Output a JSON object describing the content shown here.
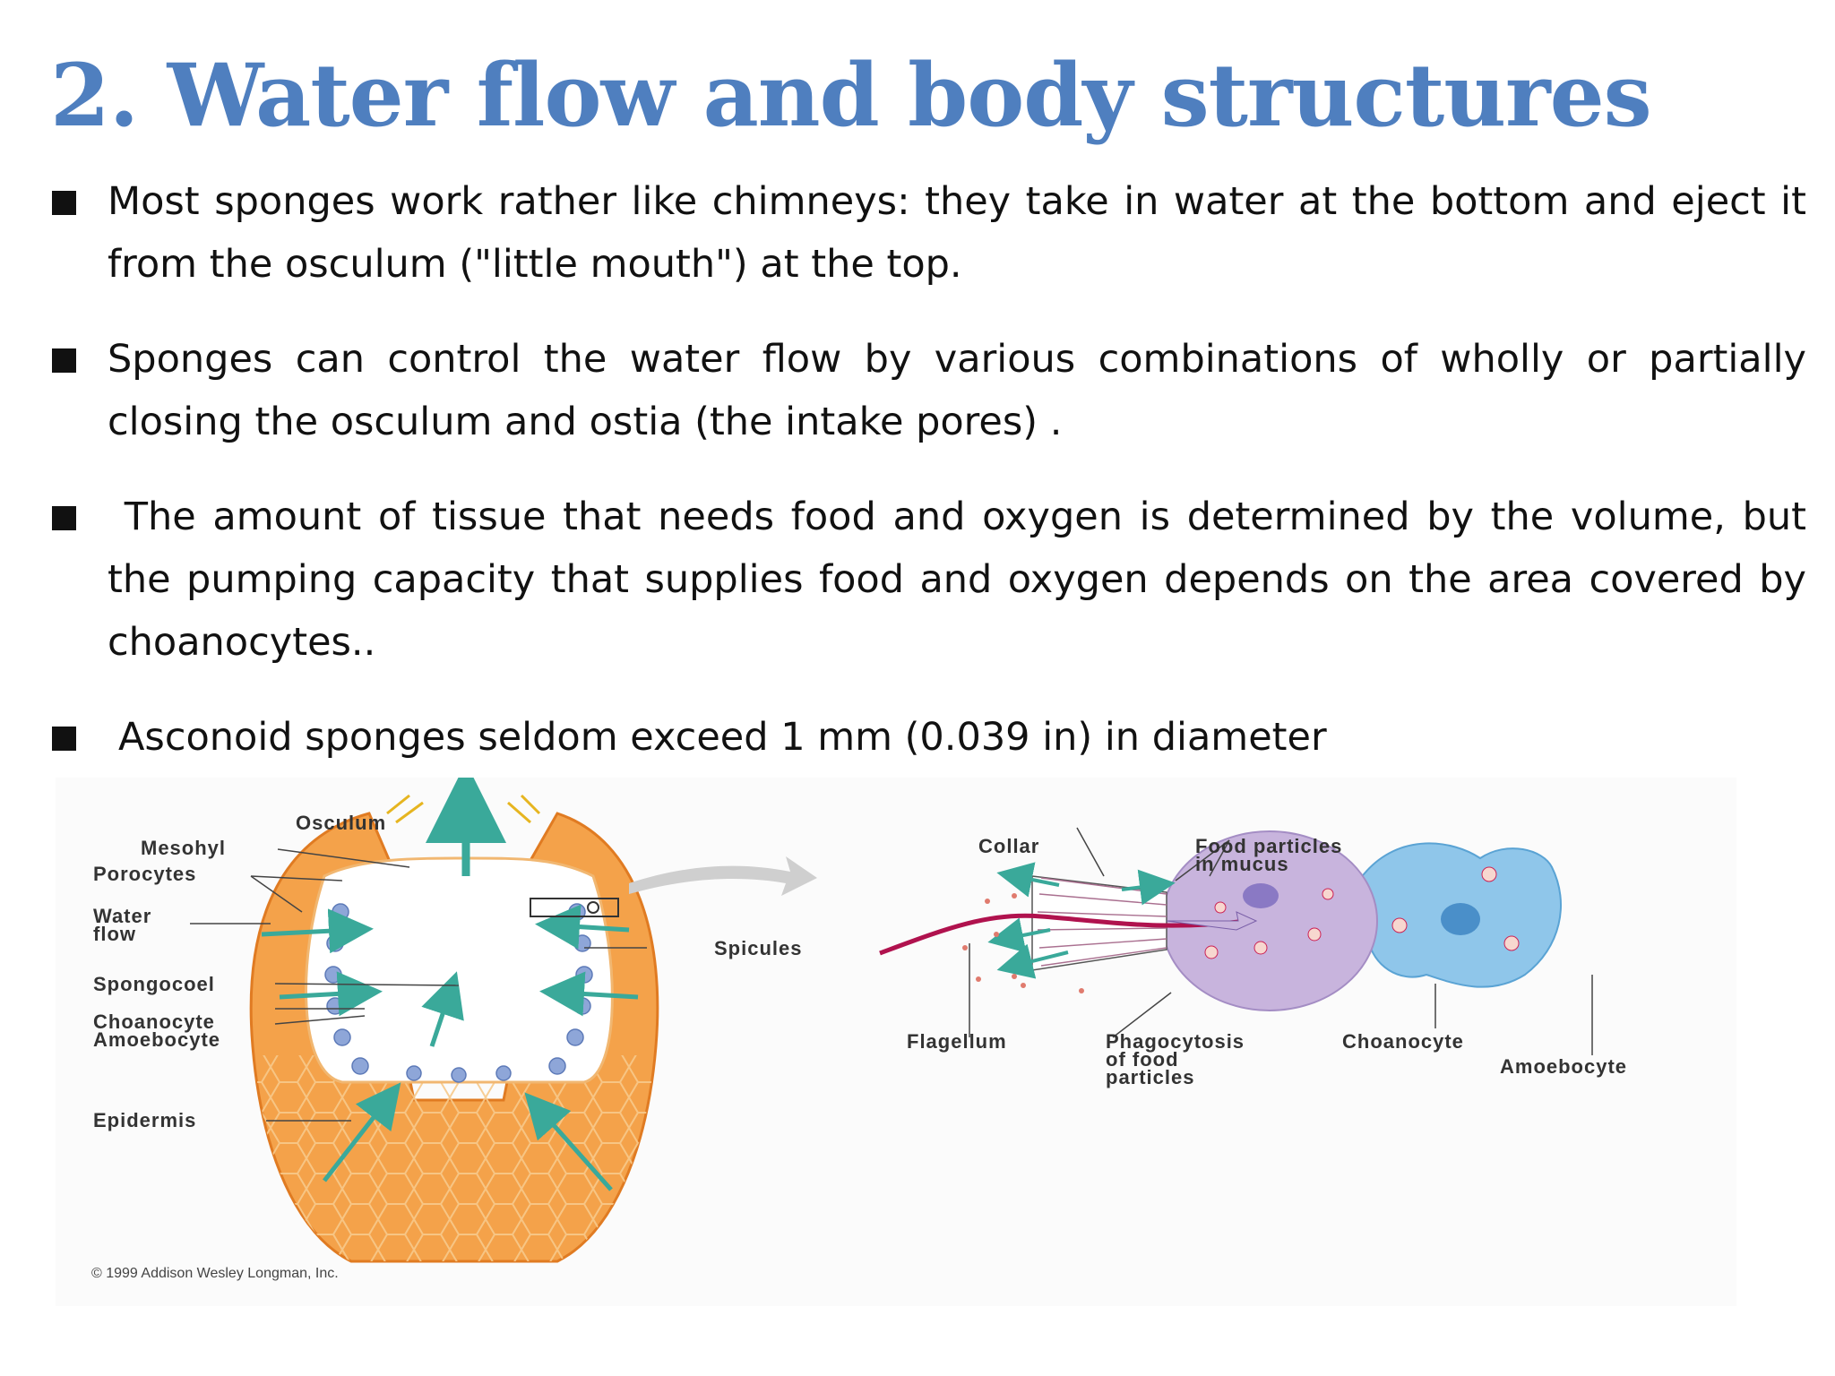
{
  "title": "2. Water flow and body structures",
  "bullets": [
    "Most sponges work rather like chimneys: they take in water at the bottom and eject it from the osculum (\"little mouth\") at the top.",
    "Sponges can control the water flow by various combinations of wholly or partially closing the osculum and ostia (the intake pores) .",
    " The amount of tissue that needs food and oxygen is determined by the volume, but the pumping capacity that supplies food and oxygen depends on the area covered by choanocytes..",
    "Asconoid sponges seldom exceed 1 mm (0.039 in) in diameter"
  ],
  "figure": {
    "labels": {
      "osculum": "Osculum",
      "mesohyl": "Mesohyl",
      "porocytes": "Porocytes",
      "water_flow_1": "Water",
      "water_flow_2": "flow",
      "spongocoel": "Spongocoel",
      "choanocyte_left": "Choanocyte",
      "amoebocyte_left": "Amoebocyte",
      "epidermis": "Epidermis",
      "spicules": "Spicules",
      "collar": "Collar",
      "food_particles_1": "Food particles",
      "food_particles_2": "in mucus",
      "flagellum": "Flagellum",
      "phagocytosis_1": "Phagocytosis",
      "phagocytosis_2": "of food",
      "phagocytosis_3": "particles",
      "choanocyte_right": "Choanocyte",
      "amoebocyte_right": "Amoebocyte"
    },
    "copyright": "© 1999 Addison Wesley Longman, Inc.",
    "colors": {
      "title": "#4f7fbf",
      "body_orange": "#f4a24a",
      "teal_arrow": "#3aa99a",
      "choanocyte_purple": "#c8b4dd",
      "amoebocyte_blue": "#8fc6ea",
      "flagellum": "#b0124e"
    }
  }
}
